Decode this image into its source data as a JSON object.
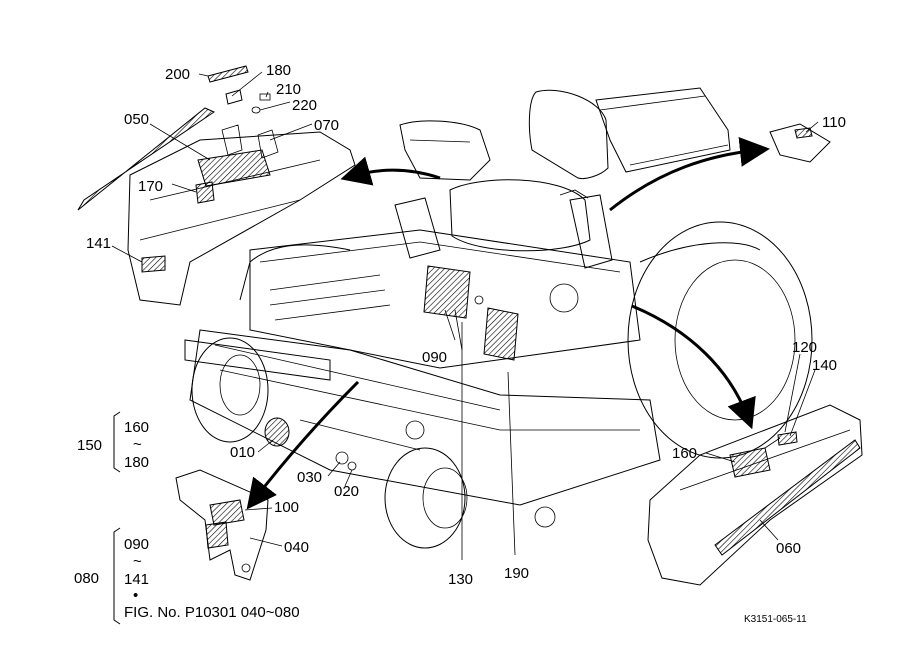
{
  "part_labels": {
    "p200": "200",
    "p180": "180",
    "p210": "210",
    "p220": "220",
    "p050": "050",
    "p070": "070",
    "p170": "170",
    "p141": "141",
    "p110": "110",
    "p090": "090",
    "p120": "120",
    "p140": "140",
    "p160": "160",
    "p060": "060",
    "p010": "010",
    "p030": "030",
    "p020": "020",
    "p100": "100",
    "p040": "040",
    "p130": "130",
    "p190": "190"
  },
  "group_150": {
    "label": "150",
    "top": "160",
    "tilde": "~",
    "bottom": "180"
  },
  "group_080": {
    "label": "080",
    "top": "090",
    "tilde": "~",
    "bottom": "141",
    "dot": "•"
  },
  "fig_reference": "FIG. No. P10301  040~080",
  "drawing_code": "K3151-065-11"
}
